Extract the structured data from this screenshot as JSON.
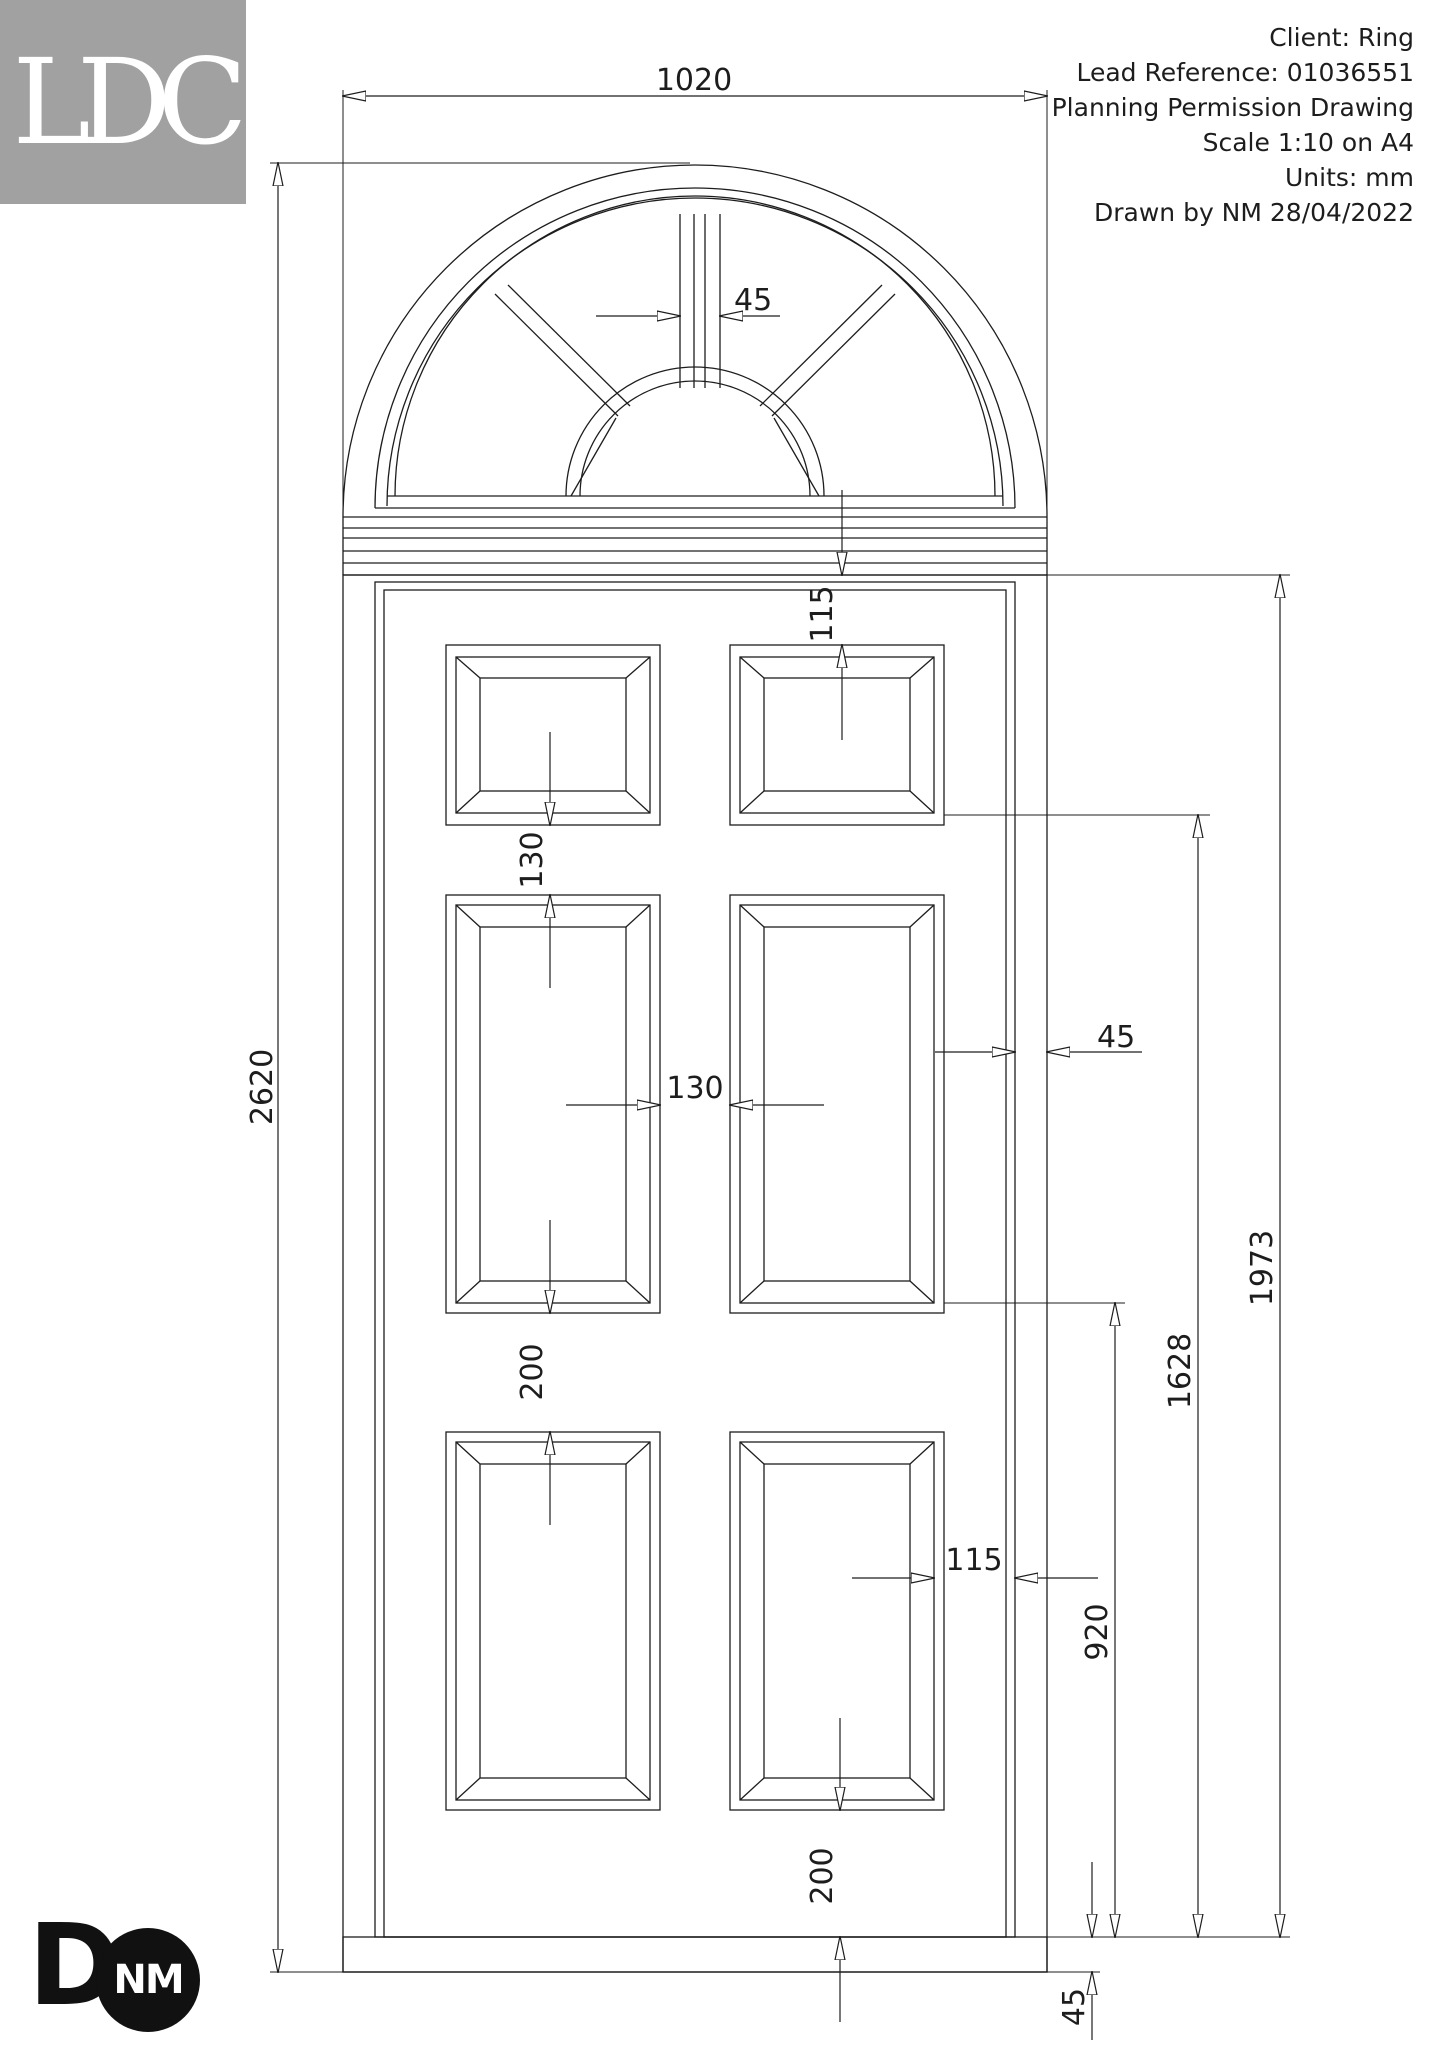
{
  "logo": {
    "text": "LDC"
  },
  "title_block": {
    "client": "Client: Ring",
    "lead_reference": "Lead Reference: 01036551",
    "drawing_type": "Planning Permission Drawing",
    "scale": "Scale 1:10 on A4",
    "units": "Units: mm",
    "drawn_by": "Drawn by NM 28/04/2022"
  },
  "dimensions": {
    "overall_width": "1020",
    "overall_height": "2620",
    "glazing_bar_width": "45",
    "top_rail_gap": "115",
    "rail_between_upper_panels": "130",
    "muntin_width": "130",
    "stile_width": "45",
    "rail_between_lower_panels": "200",
    "door_leaf_height": "1973",
    "upper_panel_height": "1628",
    "lower_panel_height": "920",
    "lower_stile_gap": "115",
    "bottom_rail": "200",
    "threshold": "45"
  },
  "maker_logo": {
    "letter": "D",
    "initials": "NM"
  },
  "colors": {
    "line": "#1d1d1d",
    "logo_bg": "#a1a1a1",
    "logo_fg": "#ffffff"
  }
}
